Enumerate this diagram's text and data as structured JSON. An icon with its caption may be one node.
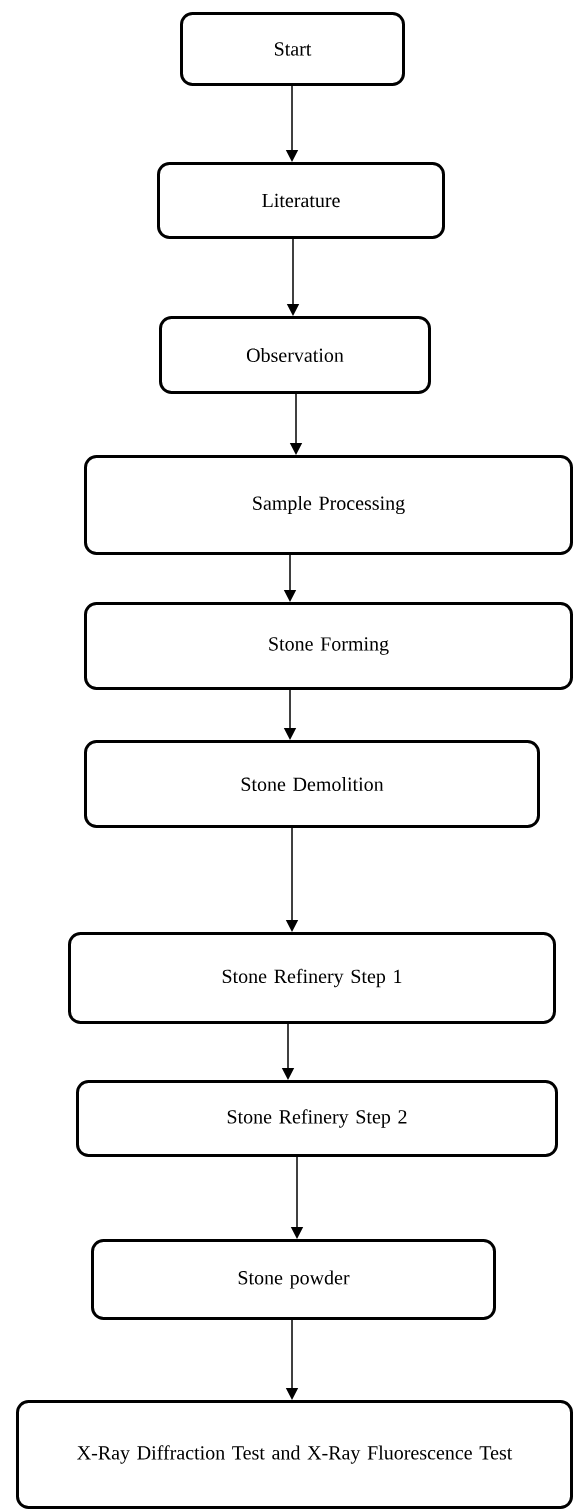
{
  "diagram": {
    "nodes": [
      {
        "text": [
          "Start"
        ]
      },
      {
        "text": [
          "Literature"
        ]
      },
      {
        "text": [
          "Observation"
        ]
      },
      {
        "text": [
          "Sample Processing"
        ]
      },
      {
        "text": [
          "Stone Forming"
        ]
      },
      {
        "text": [
          "Stone Demolition"
        ]
      },
      {
        "text": [
          "Stone Refinery Step 1"
        ]
      },
      {
        "text": [
          "Stone Refinery Step 2"
        ]
      },
      {
        "text": [
          "Stone powder"
        ]
      },
      {
        "text": [
          "X-Ray Diffraction Test and X-Ray Fluorescence Test"
        ]
      }
    ],
    "edges": [
      {
        "from": 0,
        "to": 1,
        "arrow": "to"
      },
      {
        "from": 1,
        "to": 2,
        "arrow": "to"
      },
      {
        "from": 2,
        "to": 3,
        "arrow": "to"
      },
      {
        "from": 3,
        "to": 4,
        "arrow": "to"
      },
      {
        "from": 4,
        "to": 5,
        "arrow": "to"
      },
      {
        "from": 5,
        "to": 6,
        "arrow": "to"
      },
      {
        "from": 6,
        "to": 7,
        "arrow": "to"
      },
      {
        "from": 7,
        "to": 8,
        "arrow": "to"
      },
      {
        "from": 8,
        "to": 9,
        "arrow": "to"
      }
    ]
  }
}
